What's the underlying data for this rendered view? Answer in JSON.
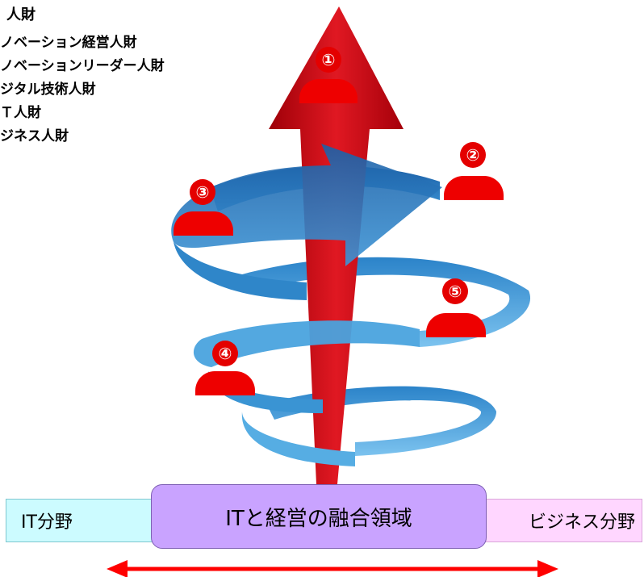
{
  "legend": {
    "title": "人財",
    "items": [
      "ノベーション経営人財",
      "ノベーションリーダー人財",
      "ジタル技術人財",
      "Ｔ人財",
      "ジネス人財"
    ]
  },
  "markers": [
    {
      "number": "①"
    },
    {
      "number": "②"
    },
    {
      "number": "③"
    },
    {
      "number": "④"
    },
    {
      "number": "⑤"
    }
  ],
  "domains": {
    "it": "IT分野",
    "fusion": "ITと経営の融合領域",
    "business": "ビジネス分野"
  },
  "colors": {
    "arrow_red": "#d20f1a",
    "spiral_blue": "#1f73b8",
    "spiral_light": "#4aa3de",
    "person_red": "#ee0000",
    "it_box": "#ccfbff",
    "fusion_box": "#c9a3ff",
    "business_box": "#ffd6ff",
    "span_arrow": "#ff0000"
  }
}
